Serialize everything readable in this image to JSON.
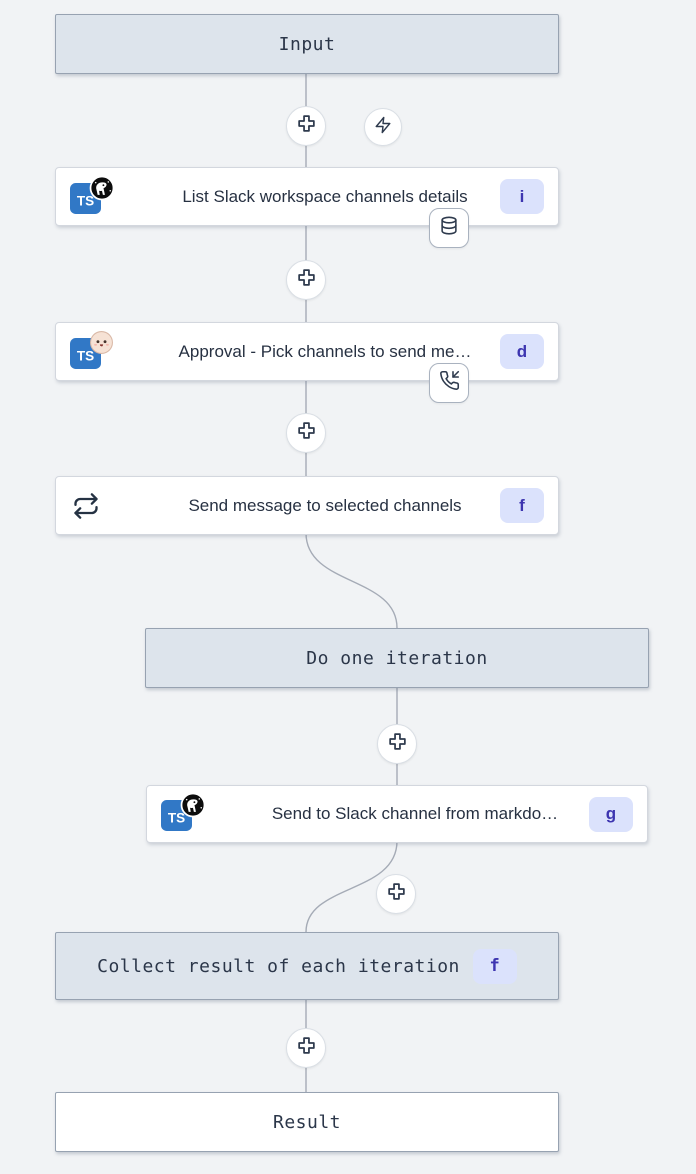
{
  "colors": {
    "canvas_bg": "#f1f3f5",
    "label_box_bg": "#dde4ec",
    "node_bg": "#ffffff",
    "badge_bg": "#dbe2fc",
    "badge_text": "#3d35b0",
    "ts_blue": "#3178c6",
    "edge": "#a5abb6"
  },
  "virtual_nodes": {
    "input_label": "Input",
    "iteration_label": "Do one iteration",
    "collect_label": "Collect result of each iteration",
    "collect_badge": "f",
    "result_label": "Result"
  },
  "steps": {
    "list_channels": {
      "title": "List Slack workspace channels details",
      "badge": "i"
    },
    "approval": {
      "title": "Approval - Pick channels to send me…",
      "badge": "d"
    },
    "send_loop": {
      "title": "Send message to selected channels",
      "badge": "f"
    },
    "send_markdown": {
      "title": "Send to Slack channel from markdo…",
      "badge": "g"
    }
  },
  "icons": {
    "ts_label": "TS",
    "plus": "insert-step",
    "zap": "trigger",
    "database": "cached-result",
    "phone_incoming": "suspend-approval",
    "repeat": "for-loop",
    "deno": "deno-runtime",
    "bun": "bun-runtime"
  }
}
